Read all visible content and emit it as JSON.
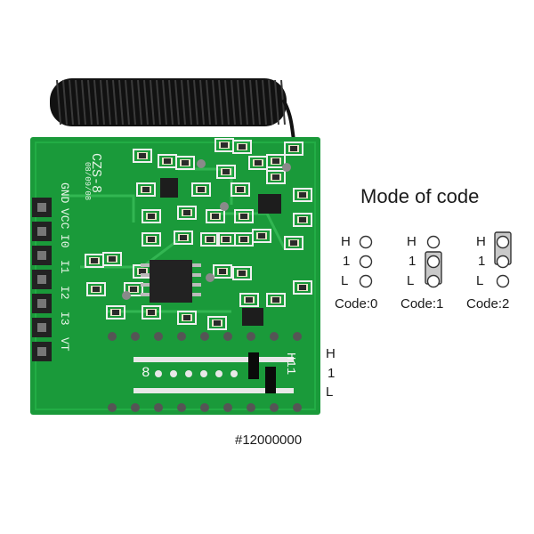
{
  "board": {
    "model": "CZS-8",
    "date": "08/09/08",
    "pins": [
      "GND",
      "VCC",
      "I0",
      "I1",
      "I2",
      "I3",
      "VT"
    ],
    "jumper_count": "8",
    "jumper_levels": "H11",
    "colors": {
      "pcb": "#1a9a3a",
      "pcb_dark": "#127a2c",
      "silk": "#f2f2f2",
      "antenna": "#111111"
    }
  },
  "legend": {
    "title": "Mode of code",
    "row_labels": [
      "H",
      "1",
      "L"
    ],
    "codes": [
      {
        "label": "Code:0",
        "jumper": "none"
      },
      {
        "label": "Code:1",
        "jumper": "1-L"
      },
      {
        "label": "Code:2",
        "jumper": "H-1"
      }
    ]
  },
  "side_labels": [
    "H",
    "1",
    "L"
  ],
  "part_number": "#12000000"
}
